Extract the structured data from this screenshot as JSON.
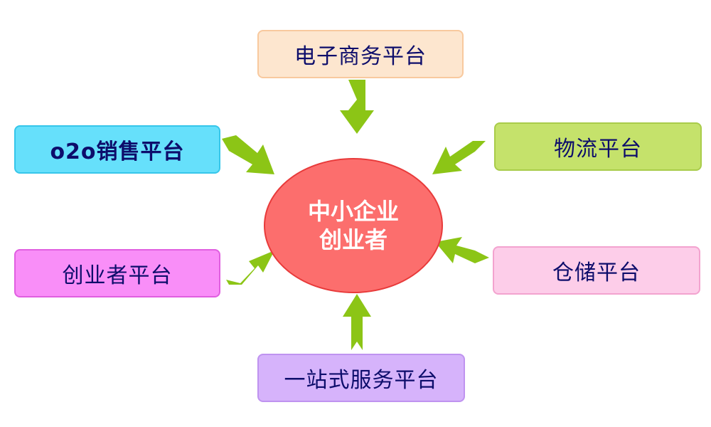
{
  "center": {
    "line1": "中小企业",
    "line2": "创业者",
    "fill": "#fc6e6d"
  },
  "nodes": {
    "ecommerce": {
      "label": "电子商务平台",
      "fill": "#fde6cf",
      "border": "#f8c99e"
    },
    "o2o": {
      "label": "o2o销售平台",
      "fill": "#66e0fb",
      "border": "#36c6ea"
    },
    "logistics": {
      "label": "物流平台",
      "fill": "#c5e26b",
      "border": "#a9cc4a"
    },
    "entrepreneur": {
      "label": "创业者平台",
      "fill": "#f98ef8",
      "border": "#e05fe0"
    },
    "warehouse": {
      "label": "仓储平台",
      "fill": "#fdcde9",
      "border": "#f3a3cf"
    },
    "onestop": {
      "label": "一站式服务平台",
      "fill": "#d6b3fb",
      "border": "#bf93f0"
    }
  },
  "arrow_color": "#8cc516"
}
